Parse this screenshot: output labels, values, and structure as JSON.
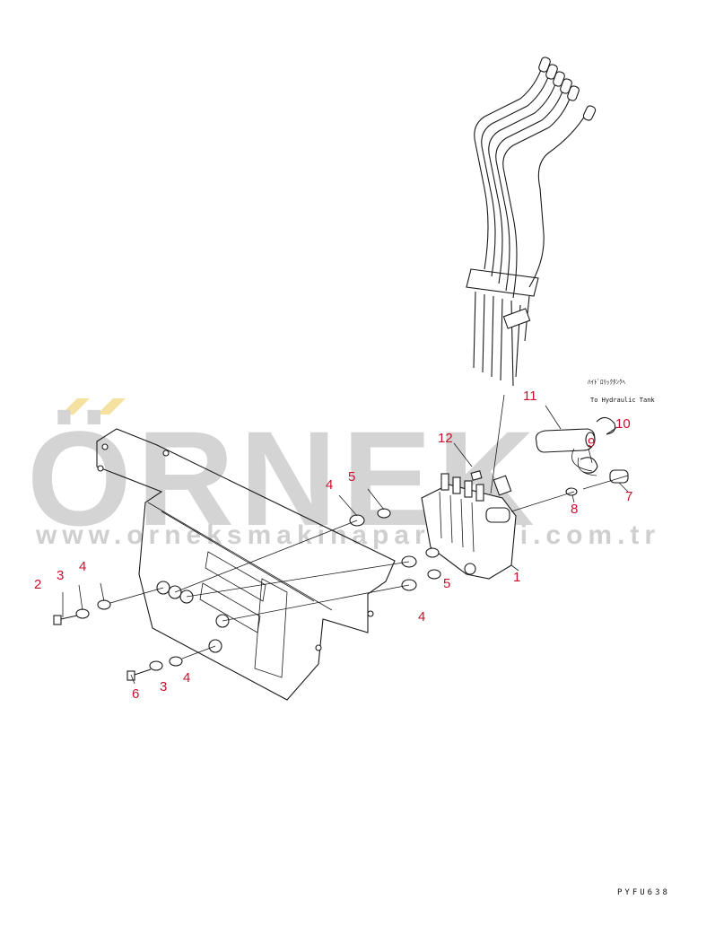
{
  "watermark": {
    "brand": "ÖRNEK",
    "url": "www.orneksmakinaparcalari.com.tr",
    "color": "#d4d4d4",
    "accent_color": "#f5e2a0"
  },
  "callout_color": "#c8102e",
  "callouts": [
    {
      "id": "c1",
      "label": "1"
    },
    {
      "id": "c2",
      "label": "2"
    },
    {
      "id": "c3a",
      "label": "3"
    },
    {
      "id": "c4a",
      "label": "4"
    },
    {
      "id": "c3b",
      "label": "3"
    },
    {
      "id": "c4b",
      "label": "4"
    },
    {
      "id": "c6",
      "label": "6"
    },
    {
      "id": "c4c",
      "label": "4"
    },
    {
      "id": "c5a",
      "label": "5"
    },
    {
      "id": "c4d",
      "label": "4"
    },
    {
      "id": "c5b",
      "label": "5"
    },
    {
      "id": "c7",
      "label": "7"
    },
    {
      "id": "c8",
      "label": "8"
    },
    {
      "id": "c9",
      "label": "9"
    },
    {
      "id": "c10",
      "label": "10"
    },
    {
      "id": "c11",
      "label": "11"
    },
    {
      "id": "c12",
      "label": "12"
    }
  ],
  "notes": {
    "japanese": "ﾊｲﾄﾞﾛﾘｯｸﾀﾝｸﾍ",
    "english": "To Hydraulic Tank"
  },
  "drawing_code": "PYFU638"
}
